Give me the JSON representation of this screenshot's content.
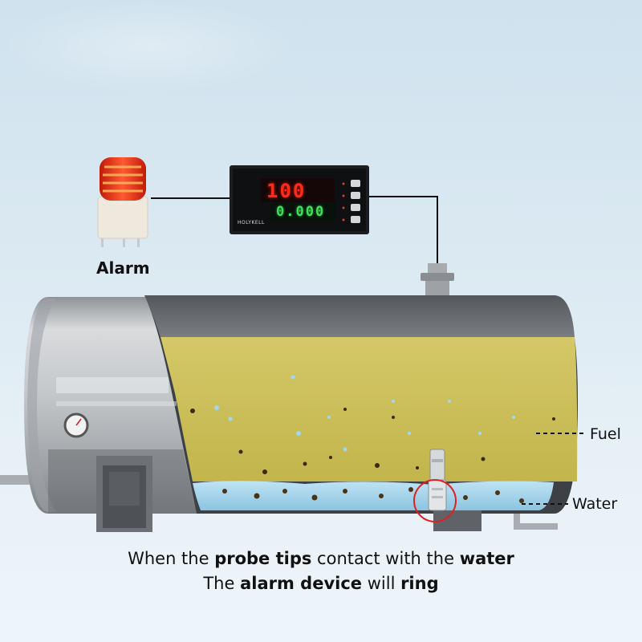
{
  "labels": {
    "alarm": "Alarm",
    "fuel": "Fuel",
    "water": "Water"
  },
  "display": {
    "top_value": "100",
    "bottom_value": "0.000",
    "brand": "HOLYKELL"
  },
  "caption": {
    "line1": {
      "part1": "When the ",
      "bold1": "probe tips",
      "part2": " contact with the ",
      "bold2": "water"
    },
    "line2": {
      "part1": "The ",
      "bold1": "alarm device",
      "part2": " will ",
      "bold2": "ring"
    }
  },
  "colors": {
    "fuel": "#c9bd55",
    "water": "#9fd0ea",
    "tank_shell": "#b9bcbf",
    "tank_dark": "#5f6366",
    "alarm_light": "#ff3a1e",
    "highlight_circle": "#e02020"
  }
}
